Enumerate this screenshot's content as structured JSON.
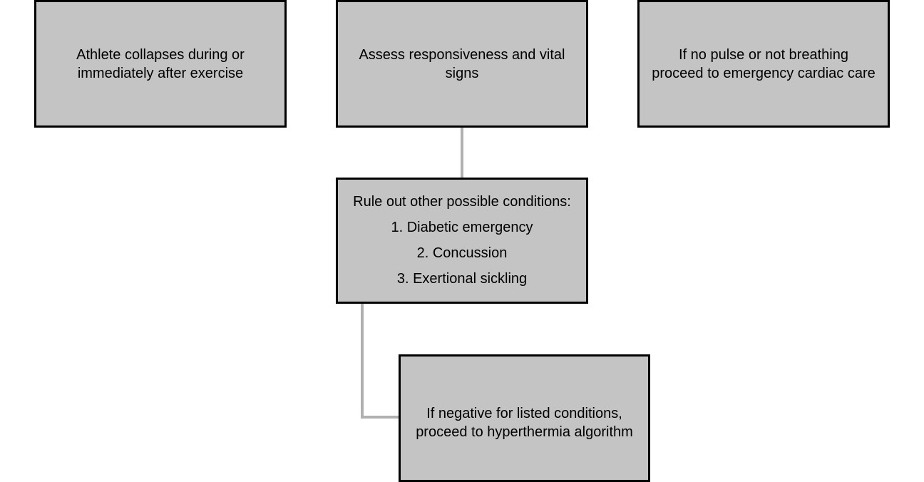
{
  "nodes": {
    "collapse": "Athlete collapses during or\nimmediately after exercise",
    "assess": "Assess responsiveness and vital\nsigns",
    "no_pulse": "If no pulse or not breathing\nproceed to emergency cardiac care",
    "rule_out": {
      "heading": "Rule out other possible conditions:",
      "items": [
        "1. Diabetic emergency",
        "2. Concussion",
        "3. Exertional sickling"
      ]
    },
    "negative": "If negative for listed conditions,\nproceed to hyperthermia algorithm"
  },
  "colors": {
    "box_fill": "#c4c4c4",
    "box_border": "#000000",
    "connector": "#b0b0b0"
  }
}
